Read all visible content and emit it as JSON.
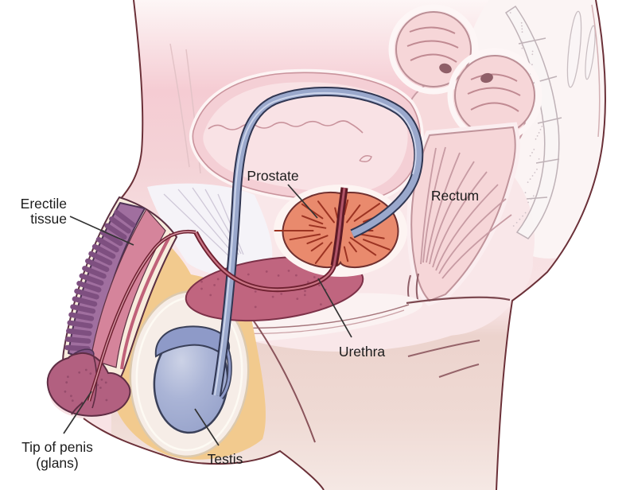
{
  "figure": {
    "labels": {
      "erectile_line1": "Erectile",
      "erectile_line2": "tissue",
      "prostate": "Prostate",
      "rectum": "Rectum",
      "urethra": "Urethra",
      "testis": "Testis",
      "tip_line1": "Tip of penis",
      "tip_line2": "(glans)"
    },
    "colors": {
      "skin": "#f8e3e5",
      "outline": "#6b3038",
      "erectile_tissue": "#a06f9f",
      "erectile_ribs": "#7e4f80",
      "corpus_spongiosum": "#d5849b",
      "bulb": "#c0657f",
      "glans": "#b26080",
      "urethra": "#6e2030",
      "prostate": "#e98a6d",
      "prostate_striations": "#9c3322",
      "vas_deferens": "#9aa8cc",
      "testis": "#aab4d6",
      "epididymis": "#8e9ac8",
      "scrotal_fat": "#f2ca8e",
      "bladder_wall": "#f4cfd5",
      "rectum_colon": "#f6d6d8",
      "label_text": "#1c1c1c"
    }
  }
}
